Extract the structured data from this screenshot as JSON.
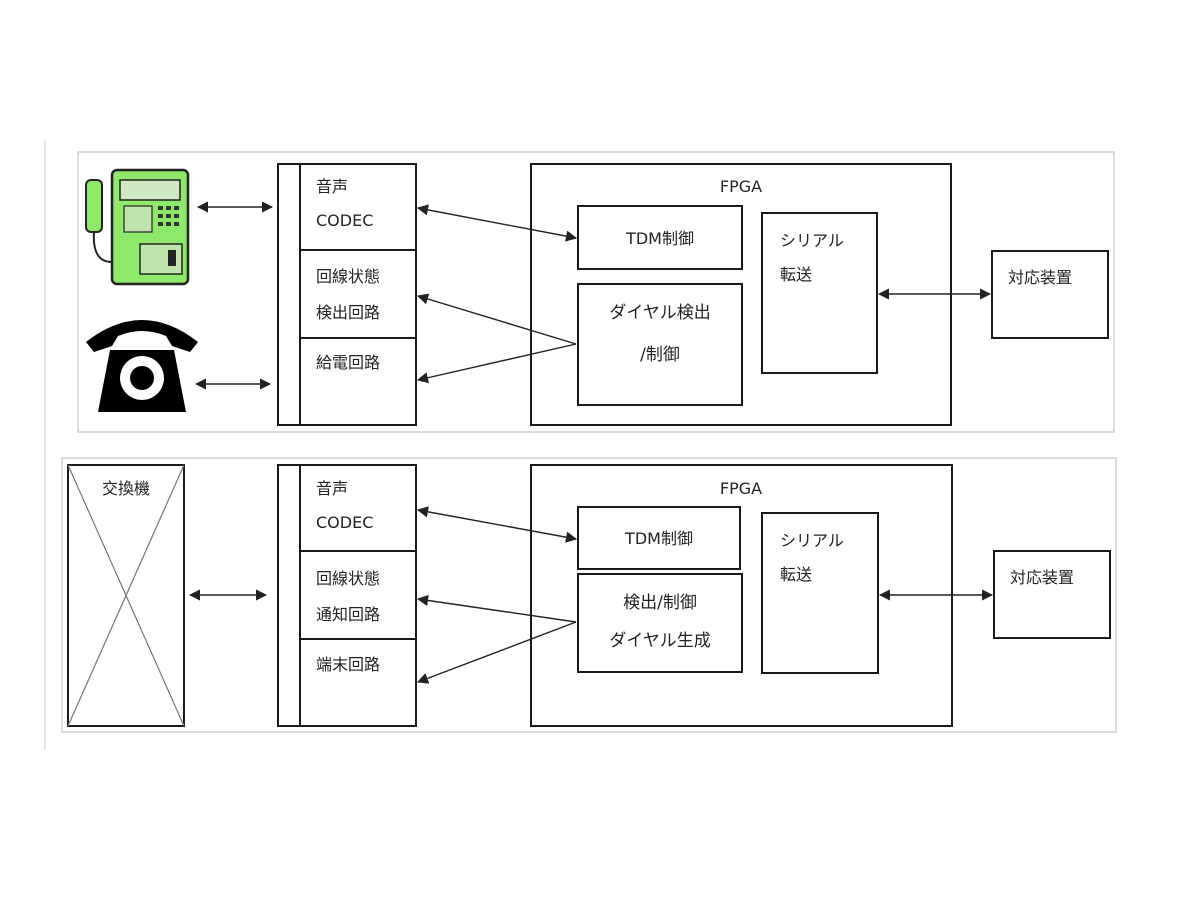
{
  "top": {
    "fpga": "FPGA",
    "codec": [
      "音声",
      "CODEC"
    ],
    "line_state": [
      "回線状態",
      "検出回路"
    ],
    "power": "給電回路",
    "tdm": "TDM制御",
    "dial": [
      "ダイヤル検出",
      "/制御"
    ],
    "serial": [
      "シリアル",
      "転送"
    ],
    "device": "対応装置",
    "payphone_icon": "payphone-icon",
    "rotary_icon": "rotary-phone-icon"
  },
  "bottom": {
    "exchange": "交換機",
    "fpga": "FPGA",
    "codec": [
      "音声",
      "CODEC"
    ],
    "line_state": [
      "回線状態",
      "通知回路"
    ],
    "terminal": "端末回路",
    "tdm": "TDM制御",
    "dial": [
      "検出/制御",
      "ダイヤル生成"
    ],
    "serial": [
      "シリアル",
      "転送"
    ],
    "device": "対応装置"
  },
  "colors": {
    "payphone_green": "#8ee86a",
    "line": "#222222"
  }
}
